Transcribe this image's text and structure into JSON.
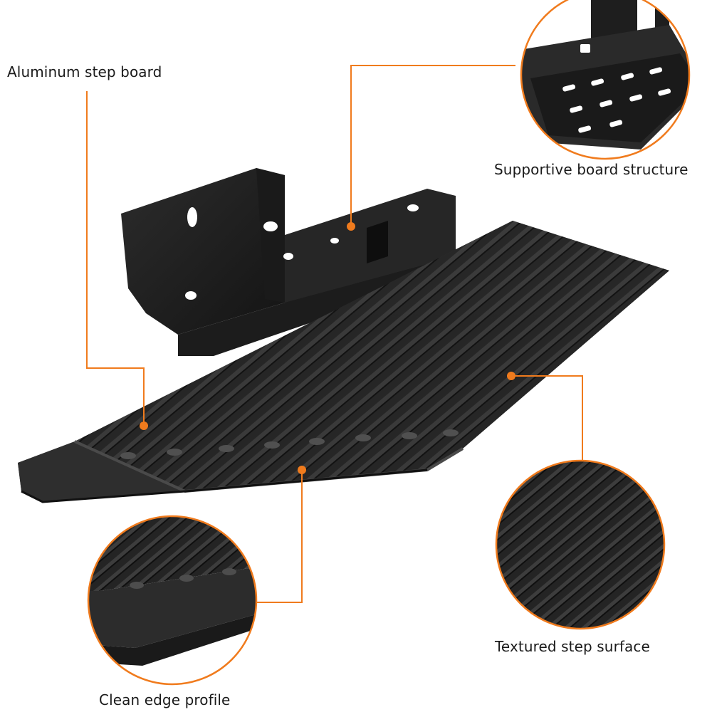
{
  "labels": {
    "aluminum_step_board": "Aluminum step board",
    "supportive_board_structure": "Supportive board structure",
    "textured_step_surface": "Textured step surface",
    "clean_edge_profile": "Clean edge profile"
  },
  "colors": {
    "accent": "#f07b1d",
    "product": "#232323",
    "background": "#ffffff"
  },
  "icons": {
    "callout_marker": "orange-dot-marker",
    "zoom_inset": "circular-magnifier-inset"
  }
}
